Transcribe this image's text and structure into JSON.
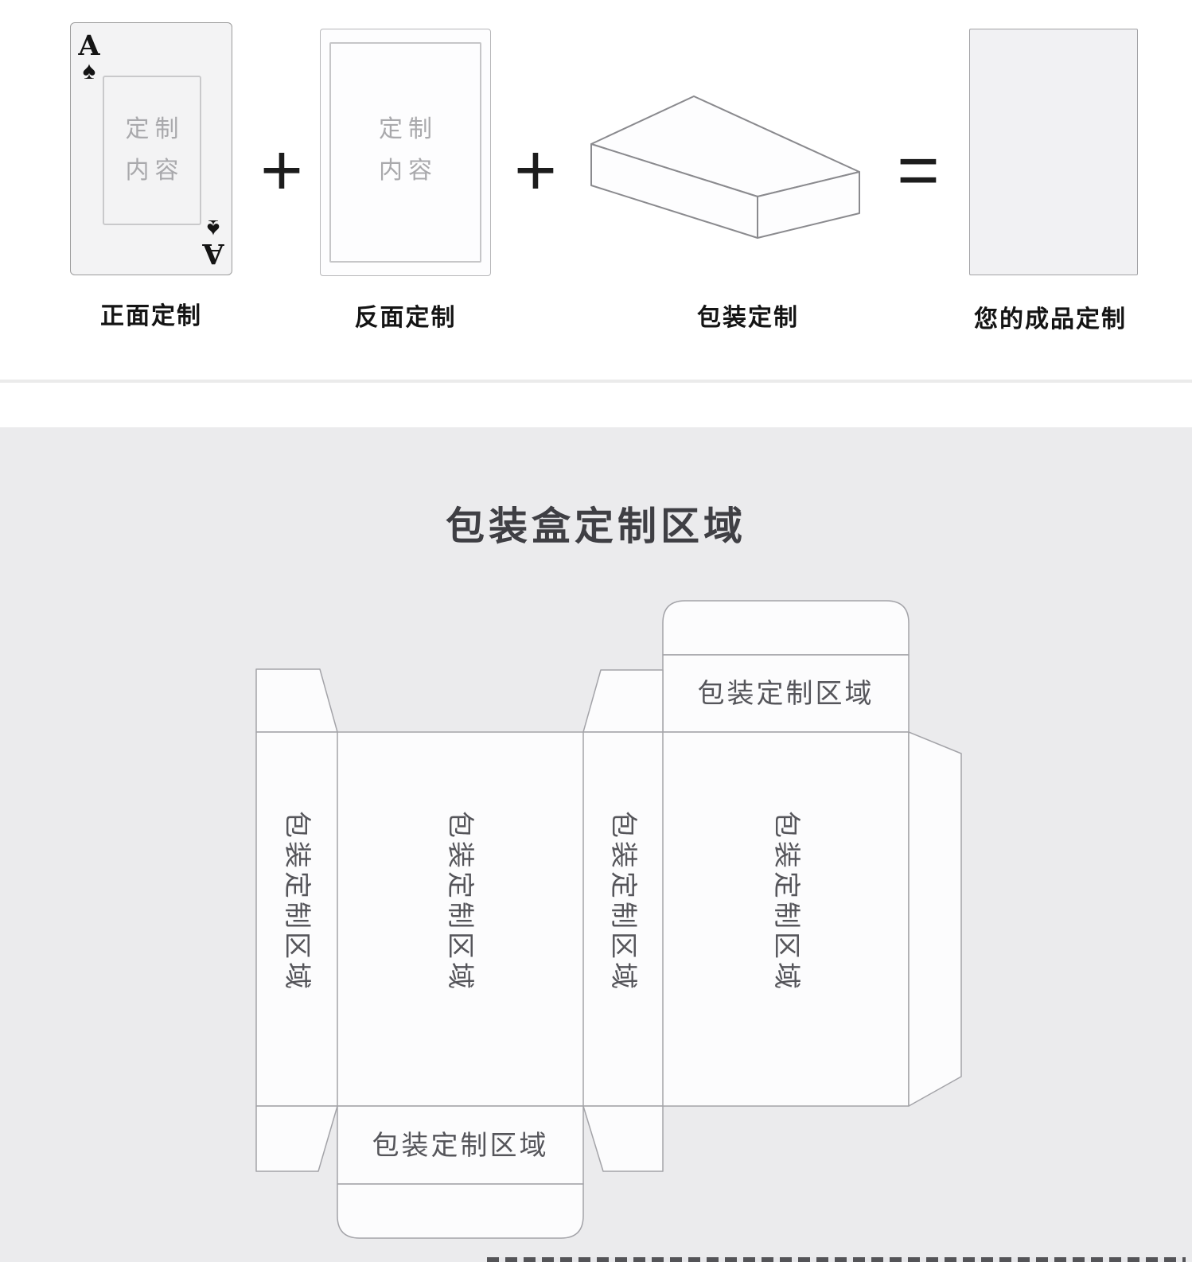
{
  "top_section": {
    "items": [
      {
        "type": "card-front",
        "rank": "A",
        "suit": "♠",
        "placeholder_line1": "定制",
        "placeholder_line2": "内容",
        "label": "正面定制"
      },
      {
        "type": "card-back",
        "placeholder_line1": "定制",
        "placeholder_line2": "内容",
        "label": "反面定制"
      },
      {
        "type": "box-3d",
        "label": "包装定制"
      },
      {
        "type": "finished-blank",
        "label": "您的成品定制"
      }
    ],
    "operators": {
      "plus": "+",
      "equals": "="
    }
  },
  "package_section": {
    "title": "包装盒定制区域",
    "dieline": {
      "top_flap_label": "包装定制区域",
      "bottom_flap_label": "包装定制区域",
      "panel_labels": [
        "包装定制区域",
        "包装定制区域",
        "包装定制区域",
        "包装定制区域"
      ]
    }
  },
  "colors": {
    "section_background": "#ebebed",
    "dieline_fill": "#fcfcfd",
    "dieline_stroke": "#a3a3a8",
    "label_text": "#141414",
    "muted_text": "#a9a9ac",
    "dieline_text": "#55555a",
    "title_text": "#3f3f44"
  }
}
